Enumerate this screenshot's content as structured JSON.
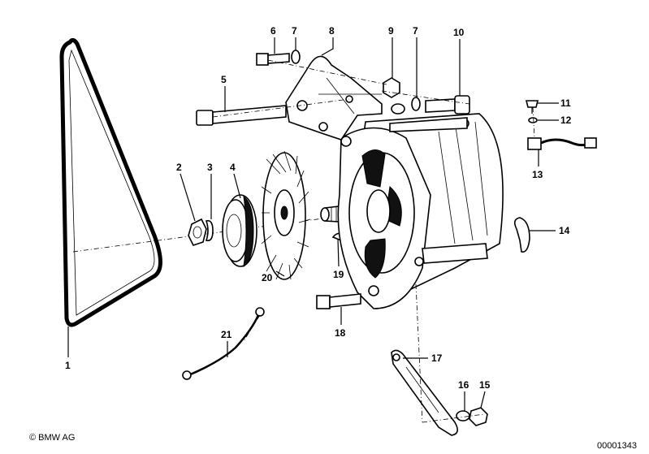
{
  "diagram": {
    "callouts": [
      "1",
      "2",
      "3",
      "4",
      "5",
      "6",
      "7",
      "8",
      "9",
      "7",
      "10",
      "11",
      "12",
      "13",
      "14",
      "15",
      "16",
      "17",
      "18",
      "19",
      "20",
      "21"
    ],
    "copyright": "© BMW AG",
    "image_code": "00001343"
  }
}
